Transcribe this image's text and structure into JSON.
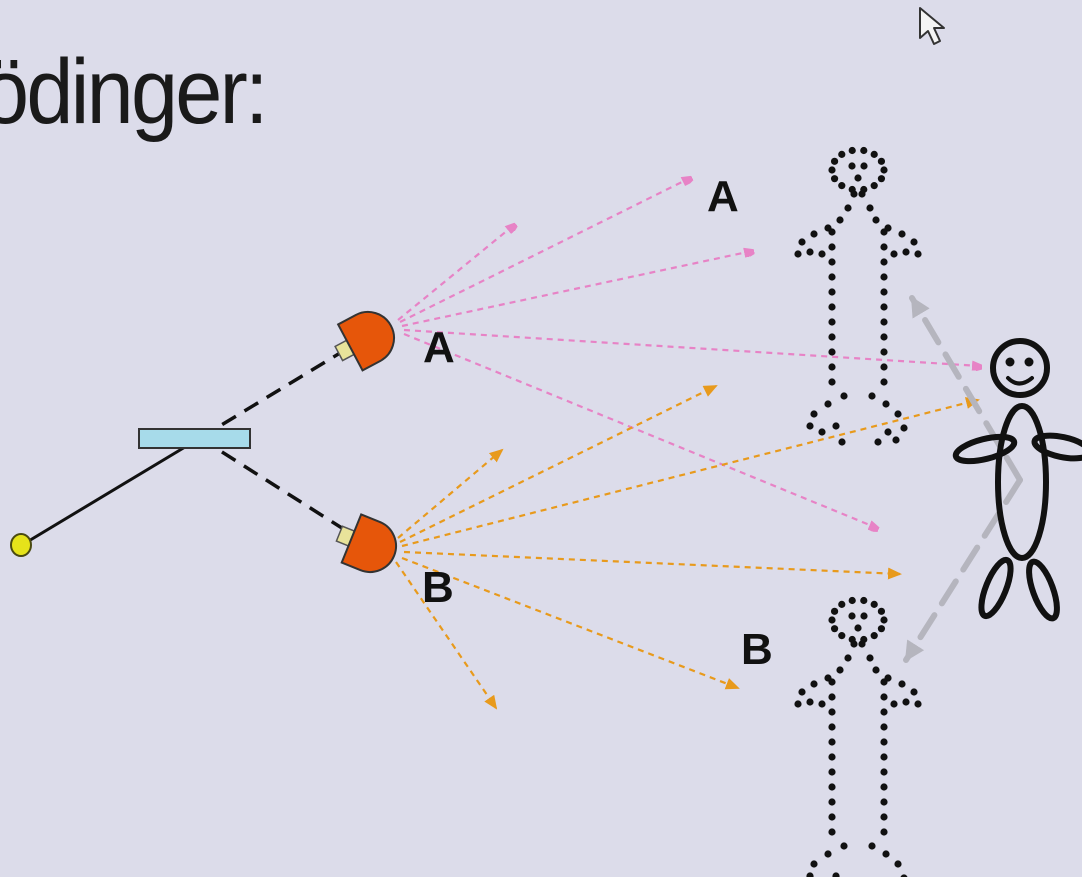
{
  "slide": {
    "title": "ödinger:"
  },
  "diagram": {
    "detector_labels": {
      "upper": "A",
      "lower": "B"
    },
    "branch_labels": {
      "upper": "A",
      "lower": "B"
    },
    "colors": {
      "background": "#dcdcea",
      "source": "#e6e31a",
      "beam_splitter": "#a7dbea",
      "detector": "#e6560a",
      "detector_window": "#e8e39a",
      "branch_a_arrows": "#e783c6",
      "branch_b_arrows": "#e89a1c",
      "observer_arrow": "#b5b5be"
    },
    "icons": [
      "source-dot",
      "beam-splitter",
      "detector",
      "stick-figure",
      "dotted-ghost-figure",
      "mouse-cursor"
    ]
  }
}
